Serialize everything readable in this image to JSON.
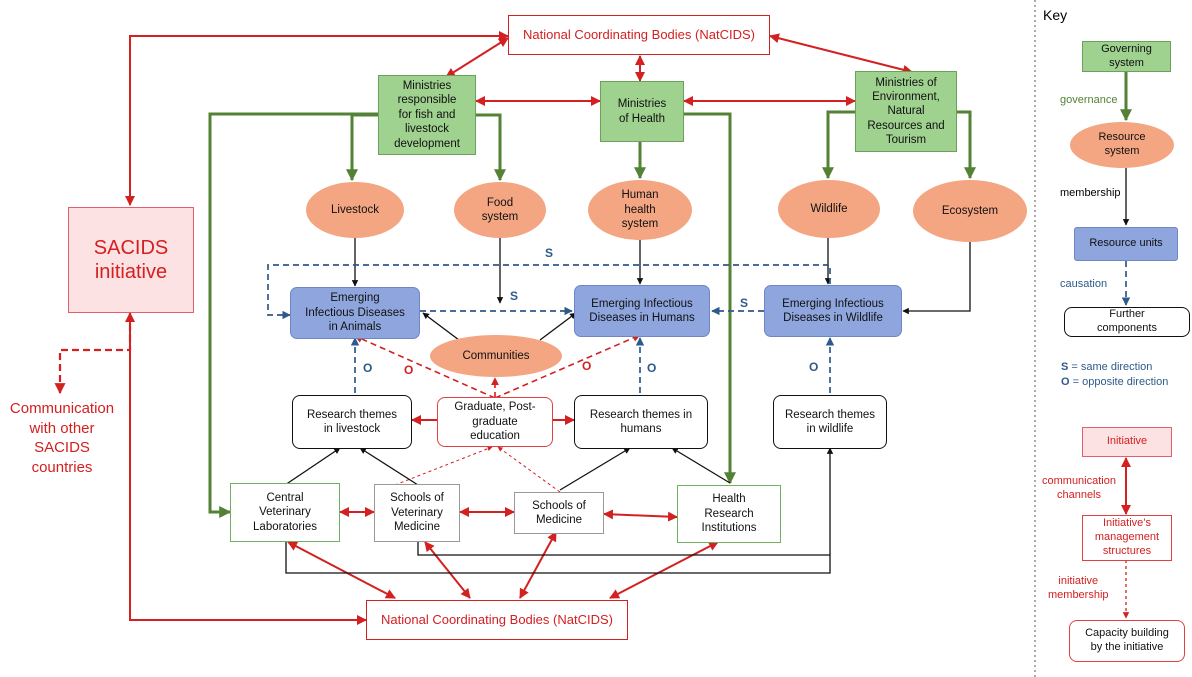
{
  "nodes": {
    "natcids_top": "National Coordinating Bodies  (NatCIDS)",
    "natcids_bottom": "National Coordinating Bodies  (NatCIDS)",
    "min_fish": "Ministries\nresponsible\nfor fish and\nlivestock\ndevelopment",
    "min_health": "Ministries\nof Health",
    "min_env": "Ministries of\nEnvironment,\nNatural\nResources and\nTourism",
    "livestock": "Livestock",
    "food": "Food\nsystem",
    "human_health": "Human\nhealth\nsystem",
    "wildlife": "Wildlife",
    "ecosystem": "Ecosystem",
    "eid_animals": "Emerging\nInfectious Diseases\nin Animals",
    "eid_humans": "Emerging Infectious\nDiseases in Humans",
    "eid_wildlife": "Emerging Infectious\nDiseases in Wildlife",
    "communities": "Communities",
    "rt_livestock": "Research themes\nin livestock",
    "graduate": "Graduate, Post-\ngraduate\neducation",
    "rt_humans": "Research themes in\nhumans",
    "rt_wildlife": "Research themes\nin wildlife",
    "cvl": "Central\nVeterinary\nLaboratories",
    "svm": "Schools of\nVeterinary\nMedicine",
    "som": "Schools of\nMedicine",
    "hri": "Health\nResearch\nInstitutions",
    "sacids": "SACIDS\ninitiative",
    "communication": "Communication\nwith other\nSACIDS countries"
  },
  "labels": {
    "s": "S",
    "o": "O"
  },
  "key": {
    "title": "Key",
    "governing": "Governing\nsystem",
    "governance": "governance",
    "resource_system": "Resource\nsystem",
    "membership": "membership",
    "resource_units": "Resource units",
    "causation": "causation",
    "further": "Further\ncomponents",
    "s_letter": "S",
    "s_def": " = same direction",
    "o_letter": "O",
    "o_def": " = opposite direction",
    "initiative": "Initiative",
    "comm_channels": "communication\nchannels",
    "mgmt": "Initiative’s\nmanagement\nstructures",
    "init_membership": "initiative\nmembership",
    "capacity": "Capacity building\nby the initiative"
  },
  "colors": {
    "red": "#d32020",
    "green": "#548235",
    "black": "#111111",
    "blue_dash": "#2e5a8a",
    "governing_fill": "#9fd18f",
    "resource_fill": "#f4a582",
    "units_fill": "#8ea5dd",
    "sacids_fill": "#fde2e4"
  }
}
